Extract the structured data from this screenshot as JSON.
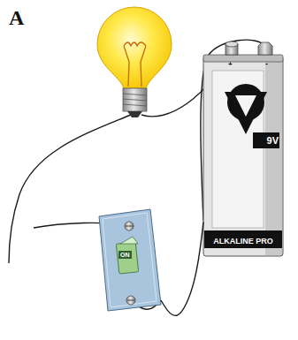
{
  "diagram": {
    "nodes": [
      {
        "text": [
          "9V",
          "ALKALINE PRO"
        ]
      },
      {
        "text": [
          "ON"
        ]
      }
    ],
    "edges": [
      {
        "from": 0,
        "to": 1,
        "arrow": "none"
      }
    ],
    "labels": [
      "A",
      "+",
      "-"
    ]
  }
}
